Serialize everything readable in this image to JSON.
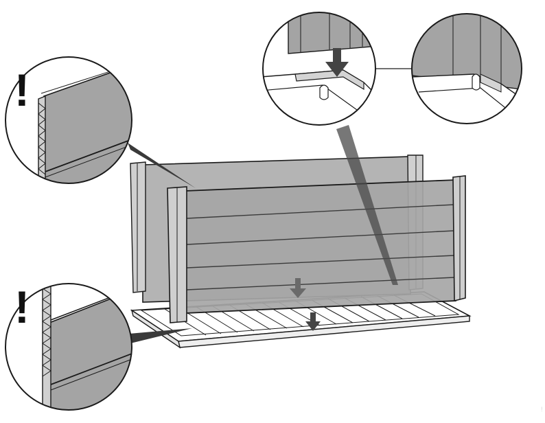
{
  "diagram": {
    "callouts": [
      {
        "id": "top-left",
        "warning": "!",
        "detail": "panel-edge-tongue-groove"
      },
      {
        "id": "bottom-left",
        "warning": "!",
        "detail": "panel-edge-tongue-groove"
      },
      {
        "id": "top-center",
        "detail": "panel-clip-before-insert"
      },
      {
        "id": "top-right",
        "detail": "panel-clip-inserted"
      }
    ],
    "arrows": 3,
    "colors": {
      "line": "#1a1a1a",
      "panel": "#a9a9a9",
      "panel_dark": "#8f8f8f",
      "panel_light": "#c8c8c8",
      "base": "#ffffff",
      "arrow": "#555555"
    },
    "corner_mark": "!"
  }
}
